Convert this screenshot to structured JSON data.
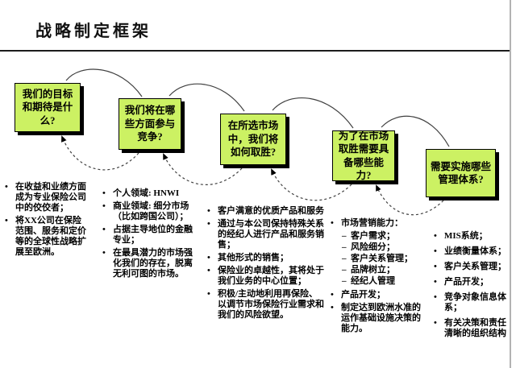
{
  "title": "战略制定框架",
  "glyphs": {
    "bullet": "•",
    "dash": "–"
  },
  "colors": {
    "box_fill": "#ccf163",
    "box_border": "#000000",
    "box_shadow": "#000000",
    "title_rule": "#1c1c1c",
    "arc_line": "#404040",
    "arrowhead": "#000000",
    "page_edge": "#b3b3b3"
  },
  "columns": [
    {
      "box": "我们的目标和期待是什么?",
      "bullets": [
        {
          "t": "在收益和业绩方面成为专业保险公司中的佼佼者；"
        },
        {
          "t": "将XX公司在保险范围、服务和定价等的全球性战略扩展至欧洲。"
        }
      ]
    },
    {
      "box": "我们将在哪些方面参与竞争?",
      "bullets": [
        {
          "t": "个人领域: HNWI"
        },
        {
          "t": "商业领域: 细分市场（比如跨国公司）；"
        },
        {
          "t": "占据主导地位的金融专业；"
        },
        {
          "t": "在最具潜力的市场强化我们的存在，脱离无利可图的市场。"
        }
      ]
    },
    {
      "box": "在所选市场中，我们将如何取胜?",
      "bullets": [
        {
          "t": "客户满意的优质产品和服务"
        },
        {
          "t": "通过与本公司保持特殊关系的经纪人进行产品和服务销售；"
        },
        {
          "t": "其他形式的销售；"
        },
        {
          "t": "保险业的卓越性，其将处于我们业务的中心位置；"
        },
        {
          "t": "积极/主动地利用再保险、以调节市场保险行业需求和我们的风险欲望。"
        }
      ]
    },
    {
      "box": "为了在市场取胜需要具备哪些能力?",
      "bullets": [
        {
          "t": "市场营销能力：",
          "sub": [
            "客户需求；",
            "风险细分；",
            "客户关系管理；",
            "品牌树立；",
            "经纪人管理"
          ]
        },
        {
          "t": "产品开发；"
        },
        {
          "t": "制定达到欧洲水准的运作基础设施决策的能力。"
        }
      ]
    },
    {
      "box": "需要实施哪些管理体系?",
      "bullets": [
        {
          "t": "MIS系统；"
        },
        {
          "t": "业绩衡量体系；"
        },
        {
          "t": "客户关系管理；"
        },
        {
          "t": "产品开发；"
        },
        {
          "t": "竞争对象信息体系；"
        },
        {
          "t": "有关决策和责任清晰的组织结构"
        }
      ]
    }
  ]
}
